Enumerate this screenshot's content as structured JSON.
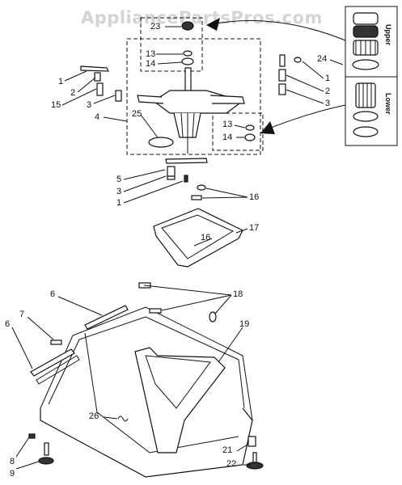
{
  "watermark": "AppliancePartsPros.com",
  "inset": {
    "upper": "Upper",
    "lower": "Lower"
  },
  "callouts": [
    {
      "id": "c23",
      "text": "23"
    },
    {
      "id": "c13a",
      "text": "13"
    },
    {
      "id": "c14a",
      "text": "14"
    },
    {
      "id": "c24",
      "text": "24"
    },
    {
      "id": "c1a",
      "text": "1"
    },
    {
      "id": "c2a",
      "text": "2"
    },
    {
      "id": "c15",
      "text": "15"
    },
    {
      "id": "c3a",
      "text": "3"
    },
    {
      "id": "c4",
      "text": "4"
    },
    {
      "id": "c25",
      "text": "25"
    },
    {
      "id": "c1b",
      "text": "1"
    },
    {
      "id": "c2b",
      "text": "2"
    },
    {
      "id": "c3b",
      "text": "3"
    },
    {
      "id": "c13b",
      "text": "13"
    },
    {
      "id": "c14b",
      "text": "14"
    },
    {
      "id": "c5",
      "text": "5"
    },
    {
      "id": "c3c",
      "text": "3"
    },
    {
      "id": "c1c",
      "text": "1"
    },
    {
      "id": "c16a",
      "text": "16"
    },
    {
      "id": "c16b",
      "text": "16"
    },
    {
      "id": "c17",
      "text": "17"
    },
    {
      "id": "c6a",
      "text": "6"
    },
    {
      "id": "c18",
      "text": "18"
    },
    {
      "id": "c7",
      "text": "7"
    },
    {
      "id": "c6b",
      "text": "6"
    },
    {
      "id": "c19",
      "text": "19"
    },
    {
      "id": "c26",
      "text": "26"
    },
    {
      "id": "c21",
      "text": "21"
    },
    {
      "id": "c8",
      "text": "8"
    },
    {
      "id": "c22",
      "text": "22"
    },
    {
      "id": "c9",
      "text": "9"
    }
  ]
}
